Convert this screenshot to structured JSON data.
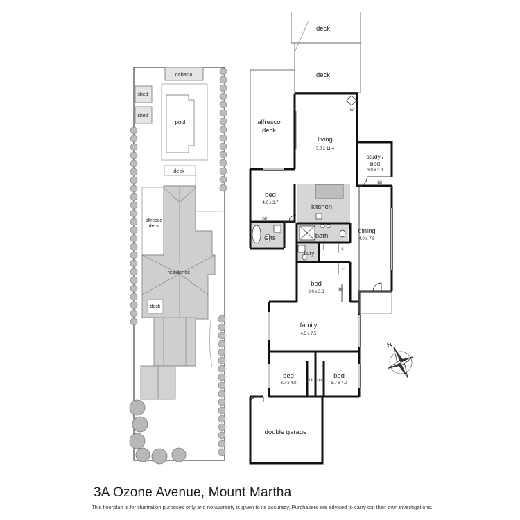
{
  "site_plan": {
    "labels": {
      "cabana": "cabana",
      "shed_1": "shed",
      "shed_2": "shed",
      "pool": "pool",
      "deck_upper": "deck",
      "alfresco_deck": "alfresco\ndeck",
      "residence": "residence",
      "deck_lower": "deck"
    }
  },
  "floor_plan": {
    "rooms": {
      "deck_top": {
        "name": "deck"
      },
      "deck_second": {
        "name": "deck"
      },
      "alfresco_deck": {
        "name": "alfresco\ndeck"
      },
      "living": {
        "name": "living",
        "dims": "5.0 x 11.4"
      },
      "study_bed": {
        "name": "study /\nbed",
        "dims": "3.0 x 3.3"
      },
      "bed_1": {
        "name": "bed",
        "dims": "4.0 x 3.7"
      },
      "kitchen": {
        "name": "kitchen"
      },
      "dining": {
        "name": "dining",
        "dims": "4.0 x 7.5"
      },
      "ens": {
        "name": "ens"
      },
      "bath": {
        "name": "bath"
      },
      "ldry": {
        "name": "l'dry"
      },
      "bed_2": {
        "name": "bed",
        "dims": "3.0 x 3.3"
      },
      "family": {
        "name": "family",
        "dims": "4.5 x 7.5"
      },
      "bed_3": {
        "name": "bed",
        "dims": "3.7 x 4.0"
      },
      "bed_4": {
        "name": "bed",
        "dims": "3.7 x 4.0"
      },
      "double_garage": {
        "name": "double garage"
      }
    },
    "small_labels": {
      "bir_study": "bir",
      "bir_bed1": "bir",
      "bir_bed2": "bir",
      "bir_bed3": "bir",
      "bir_bed4": "bir",
      "wf": "wf",
      "c_bath": "c",
      "c_hall": "c"
    },
    "compass": {
      "label": "N"
    }
  },
  "address": "3A Ozone Avenue, Mount Martha",
  "disclaimer": "This floorplan is for illustration purposes only and no warranty is given to its accuracy. Purchasers are advised to carry out their own investigations."
}
